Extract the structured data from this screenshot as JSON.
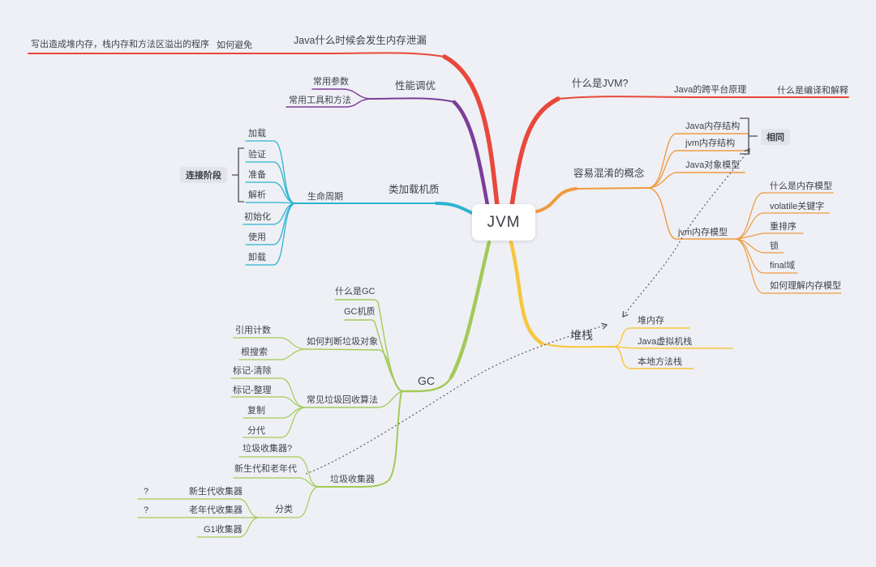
{
  "root": {
    "label": "JVM"
  },
  "colors": {
    "red": "#e8483b",
    "purple": "#7b3d99",
    "cyan": "#2ab3d1",
    "orange": "#ef9a41",
    "yellow": "#f6c63c",
    "green": "#a3ca58",
    "text": "#3f434b",
    "background": "#eff0f5",
    "label_bg": "#e3e4eb",
    "relation_dotted": "#5b5b63"
  },
  "branches": {
    "memory_leak": {
      "title": "Java什么时候会发生内存泄漏",
      "avoid": "如何避免",
      "program": "写出造成堆内存，栈内存和方法区溢出的程序"
    },
    "tuning": {
      "title": "性能调优",
      "params": "常用参数",
      "tools": "常用工具和方法"
    },
    "class_loading": {
      "title": "类加载机质",
      "lifecycle": "生命周期",
      "link_phase_label": "连接阶段",
      "phases": [
        "加载",
        "验证",
        "准备",
        "解析",
        "初始化",
        "使用",
        "卸载"
      ]
    },
    "what_is_jvm": {
      "title": "什么是JVM?",
      "cross_platform": "Java的跨平台原理",
      "compile_interpret": "什么是编译和解释"
    },
    "confusing": {
      "title": "容易混淆的概念",
      "java_memory_structure": "Java内存结构",
      "jvm_memory_structure": "jvm内存结构",
      "java_object_model": "Java对象模型",
      "same_label": "相同",
      "jvm_memory_model": {
        "title": "jvm内存模型",
        "children": [
          "什么是内存模型",
          "volatile关键字",
          "重排序",
          "锁",
          "final域",
          "如何理解内存模型"
        ]
      }
    },
    "heap_stack": {
      "title": "堆栈",
      "children": [
        "堆内存",
        "Java虚拟机栈",
        "本地方法栈"
      ]
    },
    "gc": {
      "title": "GC",
      "what_is": "什么是GC",
      "mechanism": "GC机质",
      "judge": {
        "title": "如何判断垃圾对象",
        "children": [
          "引用计数",
          "根搜索"
        ]
      },
      "algorithms": {
        "title": "常见垃圾回收算法",
        "children": [
          "标记-清除",
          "标记-整理",
          "复制",
          "分代"
        ]
      },
      "collectors": {
        "title": "垃圾收集器",
        "question": "垃圾收集器?",
        "generations": "新生代和老年代",
        "category": {
          "title": "分类",
          "items": [
            {
              "mark": "?",
              "label": "新生代收集器"
            },
            {
              "mark": "?",
              "label": "老年代收集器"
            },
            {
              "mark": "",
              "label": "G1收集器"
            }
          ]
        }
      }
    }
  }
}
